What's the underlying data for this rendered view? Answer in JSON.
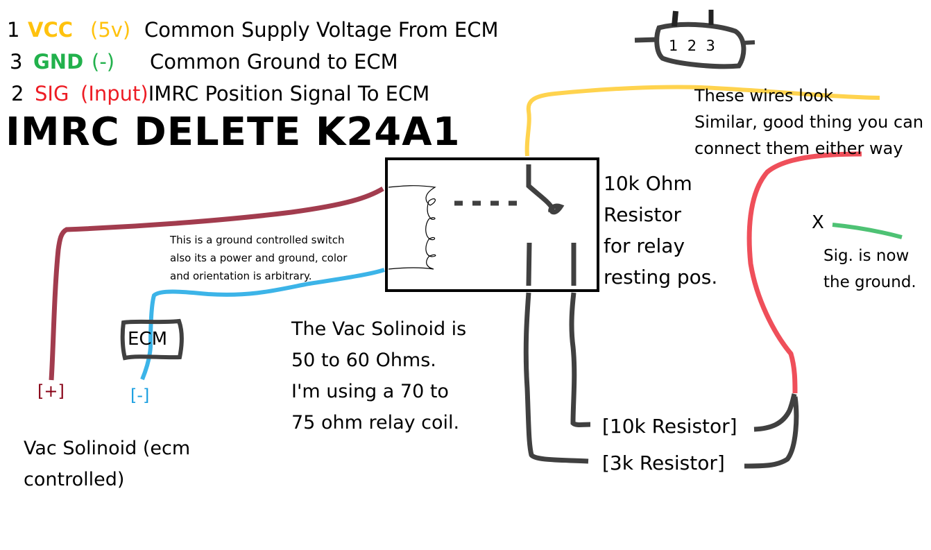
{
  "colors": {
    "vcc": "#ffc20e",
    "gnd": "#22b14c",
    "sig": "#ed1c24",
    "wire_yellow": "#ffd34e",
    "wire_red": "#ef4f5a",
    "wire_green": "#4ec274",
    "wire_maroon": "#a23c4e",
    "wire_blue": "#3cb4e8",
    "wire_dark": "#404040",
    "plus_label": "#880015",
    "minus_label": "#1a9fe0"
  },
  "legend": [
    {
      "pin": "1",
      "code": "VCC",
      "extra": "(5v)",
      "description": "Common Supply Voltage From ECM"
    },
    {
      "pin": "3",
      "code": "GND",
      "extra": "(-)",
      "description": "Common Ground to ECM"
    },
    {
      "pin": "2",
      "code": "SIG",
      "extra": "(Input)",
      "description": "IMRC Position Signal To ECM"
    }
  ],
  "title": "IMRC DELETE K24A1",
  "connector": {
    "pins": [
      "1",
      "2",
      "3"
    ]
  },
  "notes": {
    "wires_similar": [
      "These wires look",
      "Similar, good thing you can",
      "connect them either way"
    ],
    "resistor_10k": [
      "10k Ohm",
      "Resistor",
      "for relay",
      "resting pos."
    ],
    "ground_switch": [
      "This is a ground controlled switch",
      "also its a power and ground, color",
      "and orientation is arbitrary."
    ],
    "vac_solenoid": [
      "The Vac Solinoid is",
      "50 to 60 Ohms.",
      "I'm using a 70 to",
      "75 ohm relay coil."
    ],
    "sig_ground": [
      "Sig. is now",
      "the ground."
    ],
    "vac_label": [
      "Vac Solinoid (ecm",
      "controlled)"
    ]
  },
  "labels": {
    "x_mark": "X",
    "ecm": "ECM",
    "plus": "[+]",
    "minus": "[-]",
    "res_10k": "[10k Resistor]",
    "res_3k": "[3k Resistor]"
  }
}
